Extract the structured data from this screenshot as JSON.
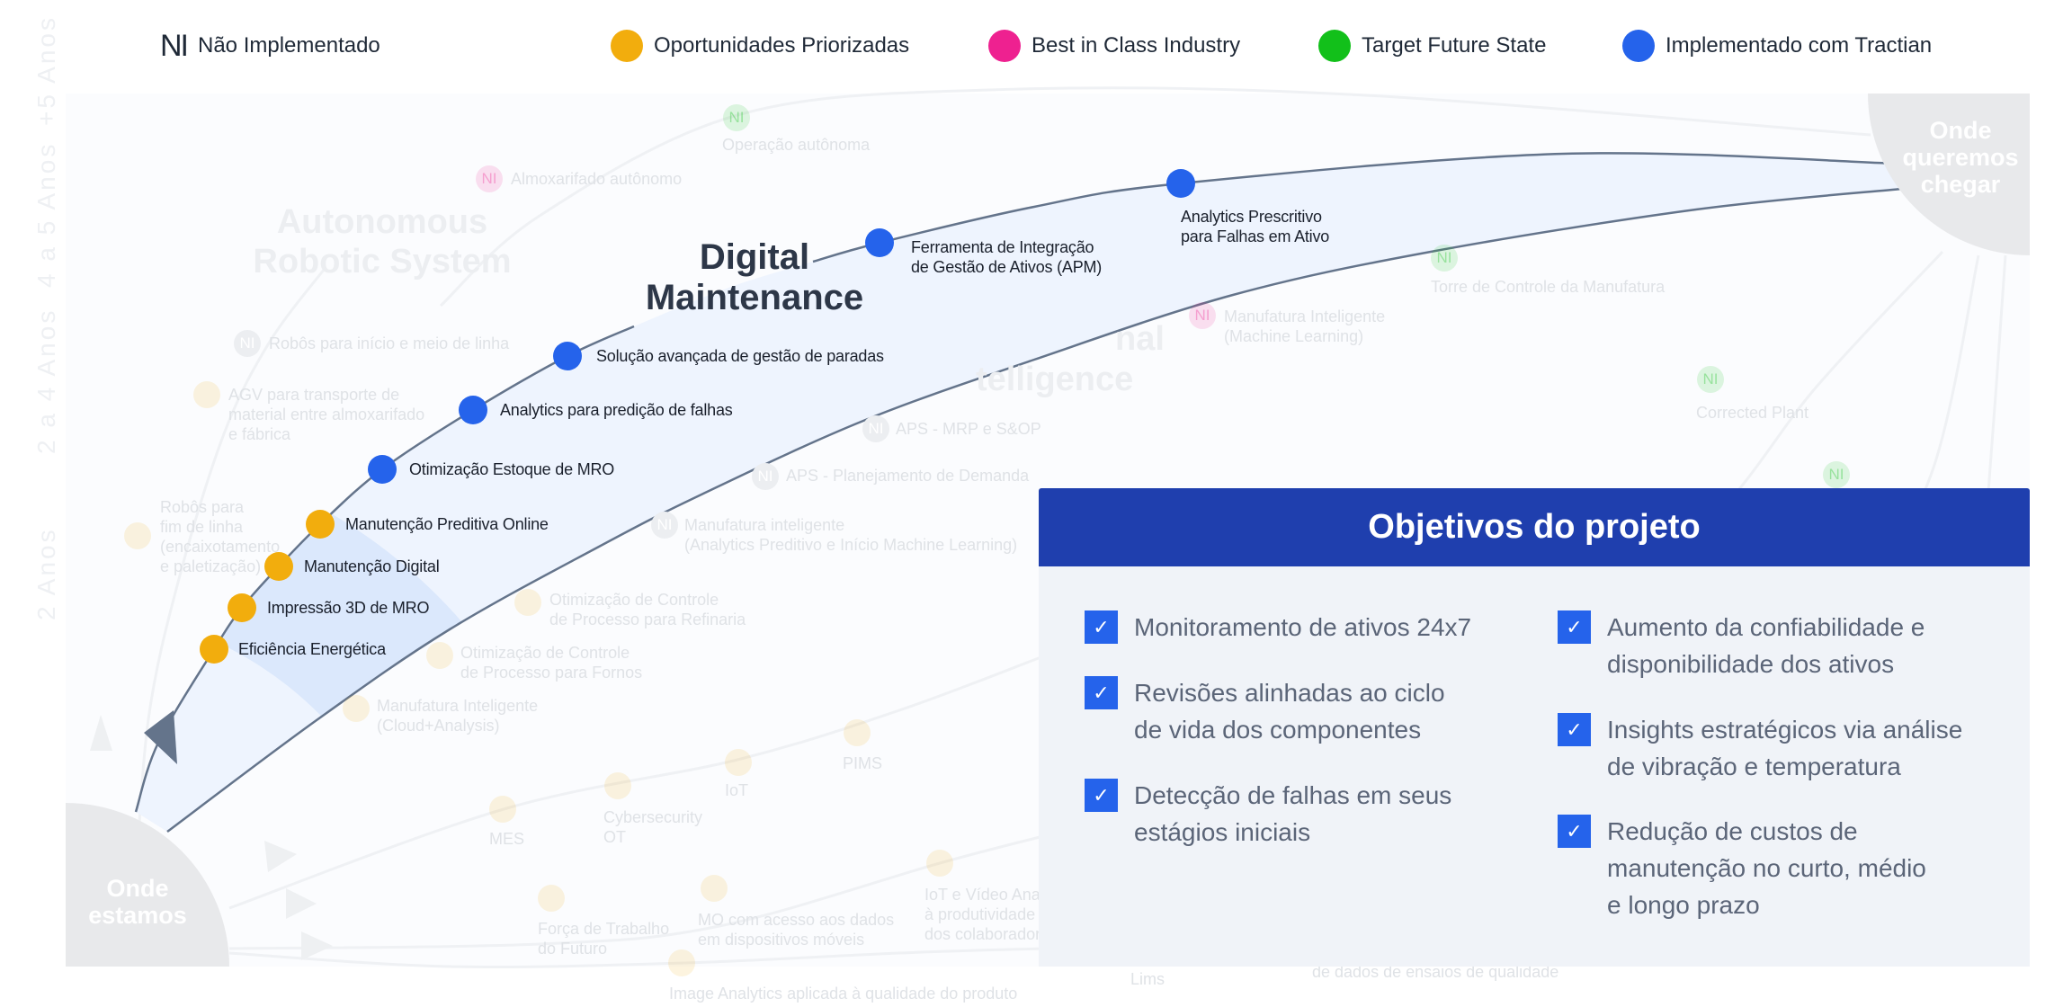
{
  "legend": {
    "not_implemented": {
      "mark": "NI",
      "label": "Não Implementado"
    },
    "items": [
      {
        "label": "Oportunidades Priorizadas",
        "color": "#f2ad0d"
      },
      {
        "label": "Best in Class Industry",
        "color": "#ee2190"
      },
      {
        "label": "Target Future State",
        "color": "#12c01a"
      },
      {
        "label": "Implementado com Tractian",
        "color": "#2563eb"
      }
    ]
  },
  "y_axis": [
    "+5 Anos",
    "4 a 5 Anos",
    "2 a 4 Anos",
    "2 Anos"
  ],
  "nodes": {
    "start": "Onde estamos",
    "end_lines": [
      "Onde",
      "queremos",
      "chegar"
    ],
    "start_lines": [
      "Onde",
      "estamos"
    ]
  },
  "journey": {
    "title_lines": [
      "Digital",
      "Maintenance"
    ],
    "milestones": [
      {
        "label": "Eficiência Energética",
        "status": "Oportunidades Priorizadas"
      },
      {
        "label": "Impressão 3D de MRO",
        "status": "Oportunidades Priorizadas"
      },
      {
        "label": "Manutenção Digital",
        "status": "Oportunidades Priorizadas"
      },
      {
        "label": "Manutenção Preditiva Online",
        "status": "Oportunidades Priorizadas"
      },
      {
        "label": "Otimização Estoque de MRO",
        "status": "Implementado com Tractian"
      },
      {
        "label": "Analytics para predição de falhas",
        "status": "Implementado com Tractian"
      },
      {
        "label": "Solução avançada de gestão de paradas",
        "status": "Implementado com Tractian"
      },
      {
        "label": [
          "Ferramenta de Integração",
          "de Gestão de Ativos (APM)"
        ],
        "status": "Implementado com Tractian"
      },
      {
        "label": [
          "Analytics Prescritivo",
          "para Falhas em Ativo"
        ],
        "status": "Implementado com Tractian"
      }
    ]
  },
  "background": {
    "tracks": [
      "Autonomous",
      "Robotic System",
      "nal",
      "telligence"
    ],
    "items": [
      {
        "label": [
          "Operação autônoma"
        ],
        "status": "Target Future State",
        "mark": "NI"
      },
      {
        "label": [
          "Almoxarifado autônomo"
        ],
        "status": "Best in Class Industry",
        "mark": "NI"
      },
      {
        "label": [
          "Robôs para início e meio de linha"
        ],
        "status": "Não Implementado",
        "mark": "NI"
      },
      {
        "label": [
          "AGV para transporte de",
          "material entre almoxarifado",
          "e fábrica"
        ],
        "status": "Oportunidades Priorizadas"
      },
      {
        "label": [
          "Robôs para",
          "fim de linha",
          "(encaixotamento",
          "e paletização)"
        ],
        "status": "Oportunidades Priorizadas"
      },
      {
        "label": [
          "APS - MRP e S&OP"
        ],
        "status": "Não Implementado",
        "mark": "NI"
      },
      {
        "label": [
          "APS - Planejamento de Demanda"
        ],
        "status": "Não Implementado",
        "mark": "NI"
      },
      {
        "label": [
          "Manufatura inteligente",
          "(Analytics Preditivo e Início Machine Learning)"
        ],
        "status": "Não Implementado",
        "mark": "NI"
      },
      {
        "label": [
          "Otimização de Controle",
          "de Processo para Refinaria"
        ],
        "status": "Oportunidades Priorizadas"
      },
      {
        "label": [
          "Otimização de Controle",
          "de Processo para Fornos"
        ],
        "status": "Oportunidades Priorizadas"
      },
      {
        "label": [
          "Manufatura Inteligente",
          "(Cloud+Analysis)"
        ],
        "status": "Oportunidades Priorizadas"
      },
      {
        "label": [
          "Torre de Controle da Manufatura"
        ],
        "status": "Target Future State",
        "mark": "NI"
      },
      {
        "label": [
          "Manufatura Inteligente",
          "(Machine Learning)"
        ],
        "status": "Best in Class Industry",
        "mark": "NI"
      },
      {
        "label": [
          "Corrected Plant"
        ],
        "status": "Target Future State",
        "mark": "NI"
      },
      {
        "label": [],
        "status": "Target Future State",
        "mark": "NI"
      },
      {
        "label": [
          "MES"
        ],
        "status": "Oportunidades Priorizadas"
      },
      {
        "label": [
          "Cybersecurity",
          "OT"
        ],
        "status": "Oportunidades Priorizadas"
      },
      {
        "label": [
          "IoT"
        ],
        "status": "Oportunidades Priorizadas"
      },
      {
        "label": [
          "PIMS"
        ],
        "status": "Oportunidades Priorizadas"
      },
      {
        "label": [
          "Força de Trabalho",
          "do Futuro"
        ],
        "status": "Oportunidades Priorizadas"
      },
      {
        "label": [
          "MO com acesso aos dados",
          "em dispositivos móveis"
        ],
        "status": "Oportunidades Priorizadas"
      },
      {
        "label": [
          "IoT e Vídeo Ana",
          "à produtividade",
          "dos colaborador"
        ],
        "status": "Oportunidades Priorizadas"
      },
      {
        "label": [
          "Image Analytics aplicada à qualidade do produto"
        ],
        "status": "Oportunidades Priorizadas"
      },
      {
        "label": [
          "Lims"
        ]
      },
      {
        "label": [
          "de dados de ensaios de qualidade"
        ]
      }
    ]
  },
  "objectives": {
    "title": "Objetivos do projeto",
    "left": [
      "Monitoramento de ativos 24x7",
      "Revisões alinhadas ao ciclo de vida dos componentes",
      "Detecção de falhas em seus estágios iniciais"
    ],
    "right": [
      "Aumento da confiabilidade e disponibilidade dos ativos",
      "Insights estratégicos via análise de vibração e temperatura",
      "Redução de custos de manutenção no curto, médio e longo prazo"
    ],
    "check_icon": "checkmark-icon",
    "accent": "#2563eb",
    "header_color": "#1f3fae"
  }
}
